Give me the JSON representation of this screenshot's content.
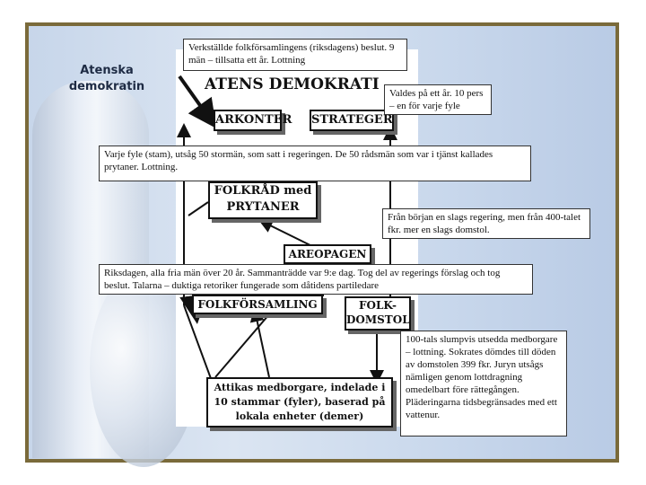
{
  "slide": {
    "sidebar_title": "Atenska demokratin"
  },
  "diagram": {
    "title": "ATENS DEMOKRATI",
    "boxes": {
      "arkonter": "ARKONTER",
      "strateger": "STRATEGER",
      "folkrad_line1": "FOLKRÅD med",
      "folkrad_line2": "PRYTANER",
      "areopagen": "AREOPAGEN",
      "folkforsamling": "FOLKFÖRSAMLING",
      "folkdomstol_line1": "FOLK-",
      "folkdomstol_line2": "DOMSTOL",
      "medborgare_line1": "Attikas medborgare, indelade i",
      "medborgare_line2": "10 stammar (fyler), baserad på",
      "medborgare_line3": "lokala enheter (demer)"
    }
  },
  "notes": {
    "arkonter_note": "Verkställde folkförsamlingens (riksdagens) beslut. 9 män – tillsatta ett år. Lottning",
    "strateger_note": "Valdes på ett år. 10 pers – en för varje fyle",
    "folkrad_note": "Varje fyle (stam), utsåg 50 stormän, som satt i regeringen. De 50 rådsmän som var i tjänst kallades prytaner. Lottning.",
    "areopagen_note": "Från början en slags regering, men från 400-talet fkr. mer en slags domstol.",
    "folkforsamling_note": "Riksdagen, alla fria män över 20 år. Sammanträdde var 9:e dag. Tog del av regerings förslag och tog beslut. Talarna – duktiga retoriker fungerade som dåtidens partiledare",
    "folkdomstol_note": "100-tals slumpvis utsedda medborgare – lottning. Sokrates dömdes till döden av domstolen 399 fkr. Juryn utsågs nämligen genom lottdragning omedelbart före rättegången. Pläderingarna tidsbegränsades med ett vattenur."
  },
  "colors": {
    "frame": "#7a6a3a",
    "background": "#c9d8ec",
    "title_text": "#1e2b44"
  }
}
